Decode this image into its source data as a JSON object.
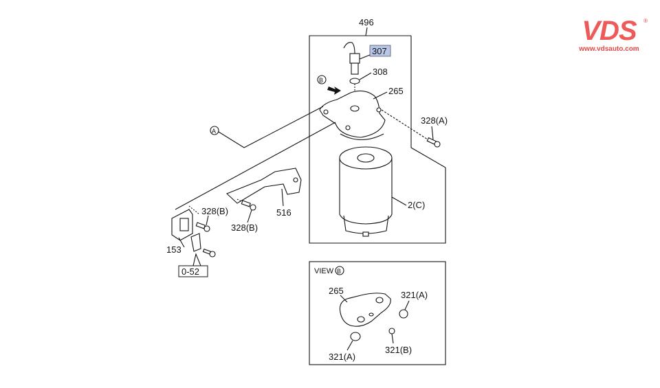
{
  "logo": {
    "brand": "VDS",
    "url": "www.vdsauto.com",
    "registered": "®",
    "color": "#ee5a5a"
  },
  "diagram": {
    "main_callouts": {
      "assembly": "496",
      "sensor": "307",
      "oring": "308",
      "head": "265",
      "bolt_a": "328(A)",
      "filter": "2(C)",
      "bracket": "516",
      "bolt_b1": "328(B)",
      "bolt_b2": "328(B)",
      "clip": "153",
      "ref": "0-52",
      "circle_a": "A",
      "circle_b": "B"
    },
    "view": {
      "title": "VIEW",
      "circle": "B",
      "head": "265",
      "oring_a1": "321(A)",
      "oring_a2": "321(A)",
      "oring_b": "321(B)"
    },
    "highlight_color": "#b8c6e8"
  }
}
